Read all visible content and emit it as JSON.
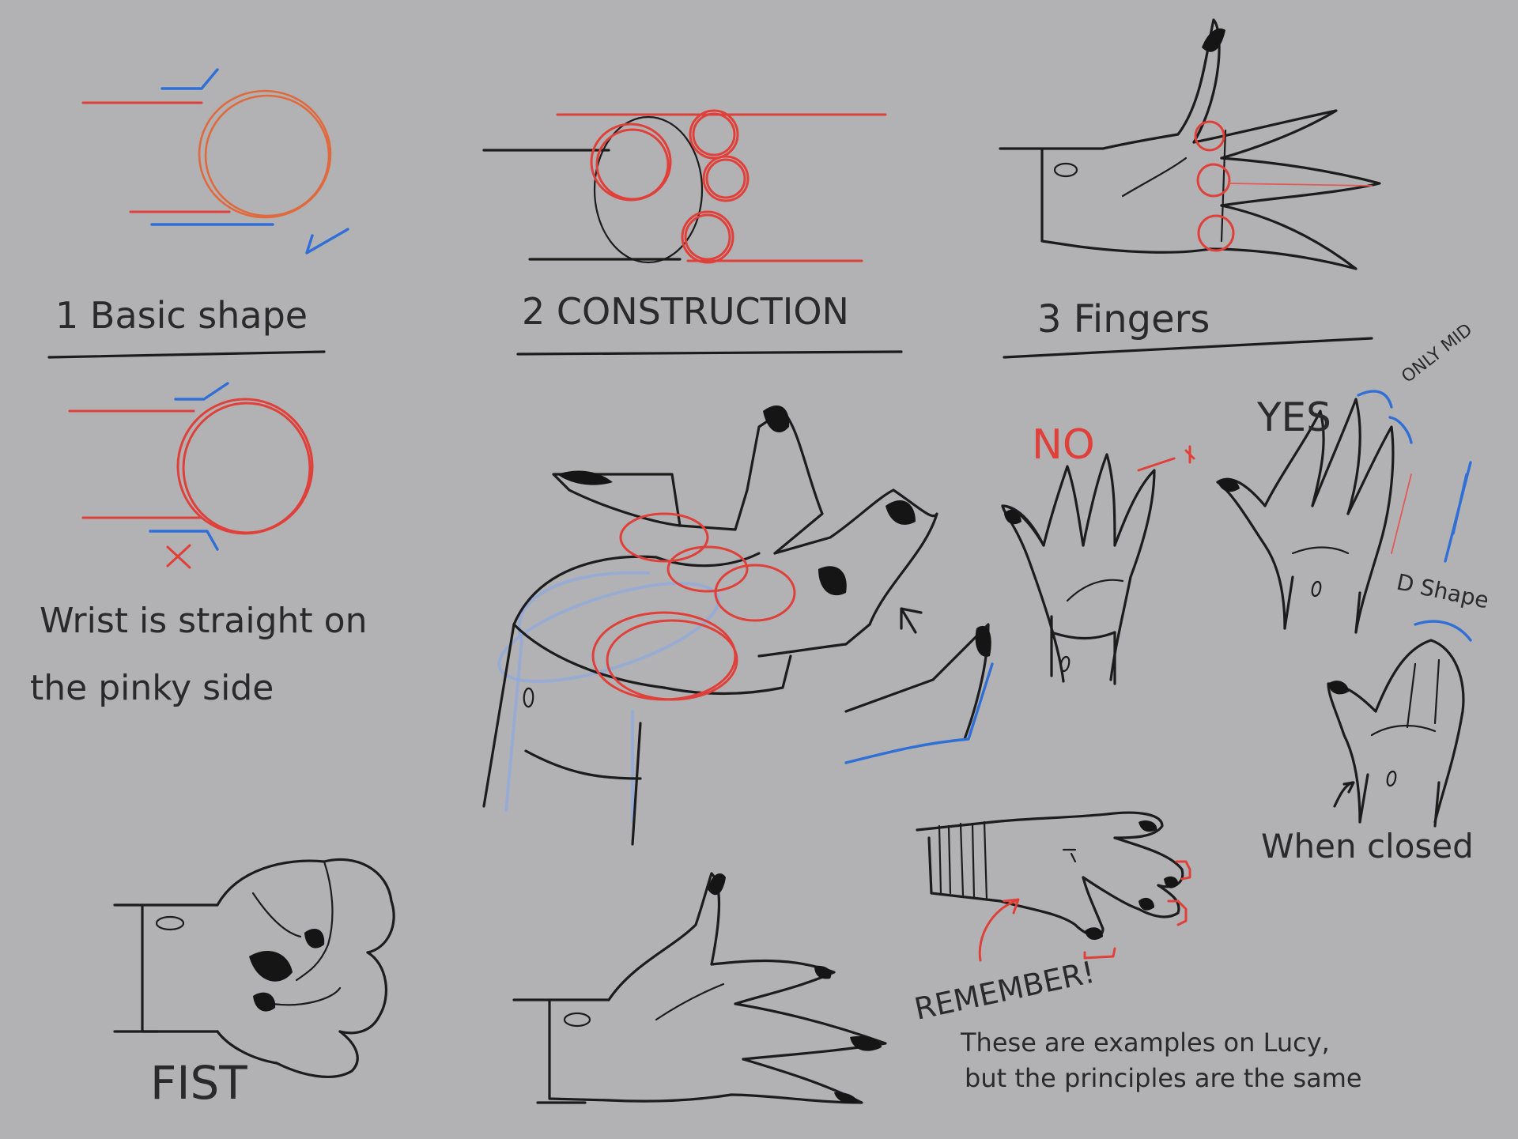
{
  "labels": {
    "step1": "1 Basic shape",
    "step2": "2 CONSTRUCTION",
    "step3": "3 Fingers",
    "wrist_line1": "Wrist is straight on",
    "wrist_line2": "the pinky side",
    "no": "NO",
    "yes": "YES",
    "only_mid": "ONLY MID",
    "d_shape": "D Shape",
    "when_closed": "When closed",
    "fist": "FIST",
    "remember": "REMEMBER!",
    "note_line1": "These are examples on Lucy,",
    "note_line2": "but the principles are the same"
  },
  "colors": {
    "background": "#b2b2b4",
    "pencil": "#1c1c1c",
    "red": "#e0403a",
    "orange": "#df6a3e",
    "blue": "#2f6fd6"
  }
}
